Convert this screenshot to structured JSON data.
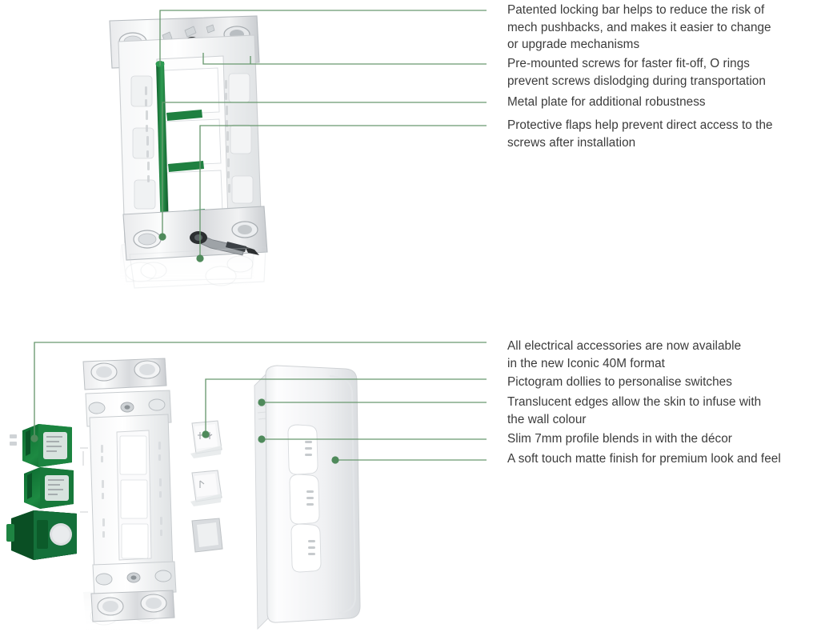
{
  "page": {
    "background_color": "#ffffff",
    "text_color": "#3b3b3b",
    "leader_line_color": "#69996f",
    "leader_dot_color": "#4f8a5b",
    "highlight_green": "#1e7a3c"
  },
  "top_section": {
    "product_name": "grid-plate-with-metal-mounting-bracket",
    "callouts": [
      {
        "id": "locking-bar",
        "text": "Patented locking bar helps to reduce the risk of\nmech pushbacks, and makes it easier to change\nor upgrade mechanisms"
      },
      {
        "id": "pre-mounted-screws",
        "text": "Pre-mounted screws for faster fit-off, O rings\nprevent screws dislodging during transportation"
      },
      {
        "id": "metal-plate",
        "text": "Metal plate for additional robustness"
      },
      {
        "id": "protective-flaps",
        "text": "Protective flaps help prevent direct access to the\nscrews after installation"
      }
    ]
  },
  "bottom_section": {
    "product_name": "iconic-40m-exploded-assembly",
    "callouts": [
      {
        "id": "iconic-40m-format",
        "text": "All electrical accessories are now available\nin the new Iconic 40M format"
      },
      {
        "id": "pictogram-dollies",
        "text": "Pictogram dollies to personalise switches"
      },
      {
        "id": "translucent-edges",
        "text": "Translucent edges allow the skin to infuse with\nthe wall colour"
      },
      {
        "id": "slim-profile",
        "text": "Slim 7mm profile blends in with the décor"
      },
      {
        "id": "soft-touch-finish",
        "text": "A soft touch matte finish for premium look and feel"
      }
    ]
  }
}
